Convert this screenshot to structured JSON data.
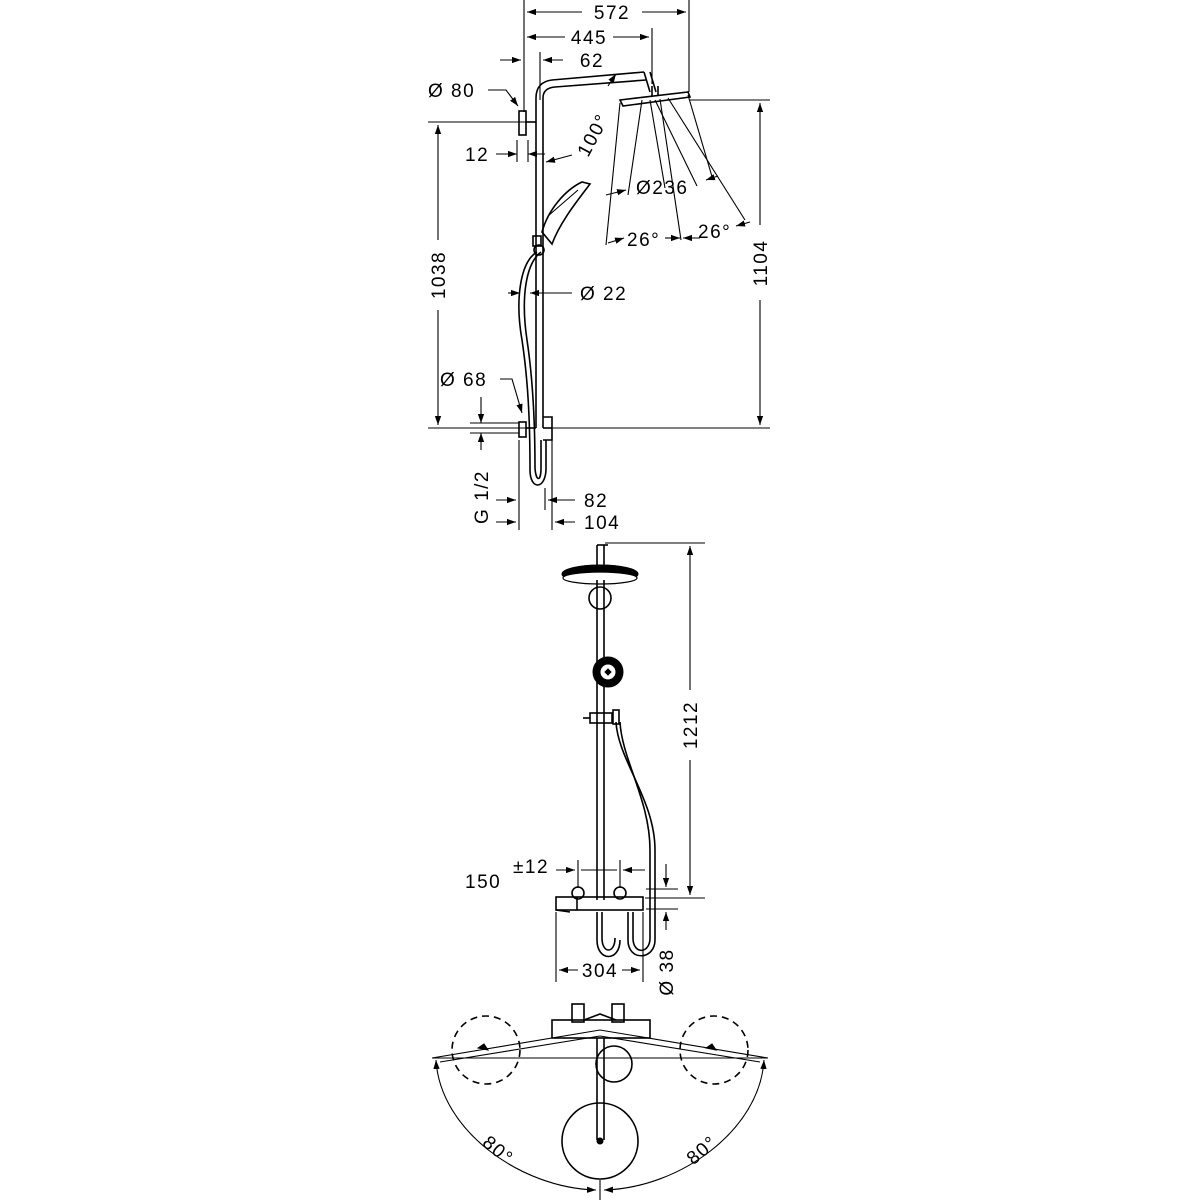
{
  "dimensions": {
    "side": {
      "width_total": "572",
      "arm_reach": "445",
      "offset_top": "62",
      "dia_top_bracket": "Ø 80",
      "wall_offset": "12",
      "angle_arm": "100°",
      "dia_head": "Ø236",
      "spray_angle_left": "26°",
      "spray_angle_right": "26°",
      "height_1038": "1038",
      "height_1104": "1104",
      "dia_pipe": "Ø 22",
      "dia_bottom_bracket": "Ø 68",
      "thread": "G 1/2",
      "depth_82": "82",
      "depth_104": "104"
    },
    "front": {
      "height_1212": "1212",
      "spacing_150": "150",
      "tolerance": "±12",
      "width_304": "304",
      "dia_38": "Ø 38"
    },
    "top": {
      "angle_left": "80°",
      "angle_right": "80°"
    }
  }
}
